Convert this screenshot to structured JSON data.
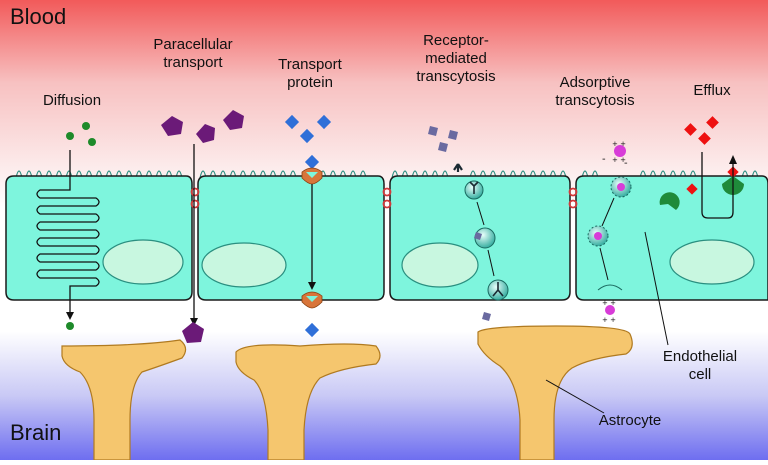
{
  "regions": {
    "top": "Blood",
    "bottom": "Brain"
  },
  "mechanisms": [
    "Diffusion",
    "Paracellular\ntransport",
    "Transport\nprotein",
    "Receptor-\nmediated\ntranscytosis",
    "Adsorptive\ntranscytosis",
    "Efflux"
  ],
  "callouts": {
    "endothelial": "Endothelial\ncell",
    "astrocyte": "Astrocyte"
  },
  "colors": {
    "blood_gradient_top": "#f25a5a",
    "brain_gradient_bottom": "#6e6ef0",
    "endothelial_fill": "#7ef5dd",
    "nucleus_fill": "#c8f7e0",
    "astrocyte_fill": "#f5c66e",
    "tight_junction": "#d23a3a",
    "diffusion_molecule": "#1e8a2a",
    "paracellular_molecule": "#6b1a78",
    "transport_molecule": "#2f6fd8",
    "transporter": "#d8753a",
    "receptor": "#1b2a33",
    "efflux_molecule": "#ee1111",
    "efflux_pump": "#1f8a3a",
    "adsorptive_particle": "#d83cd8"
  }
}
